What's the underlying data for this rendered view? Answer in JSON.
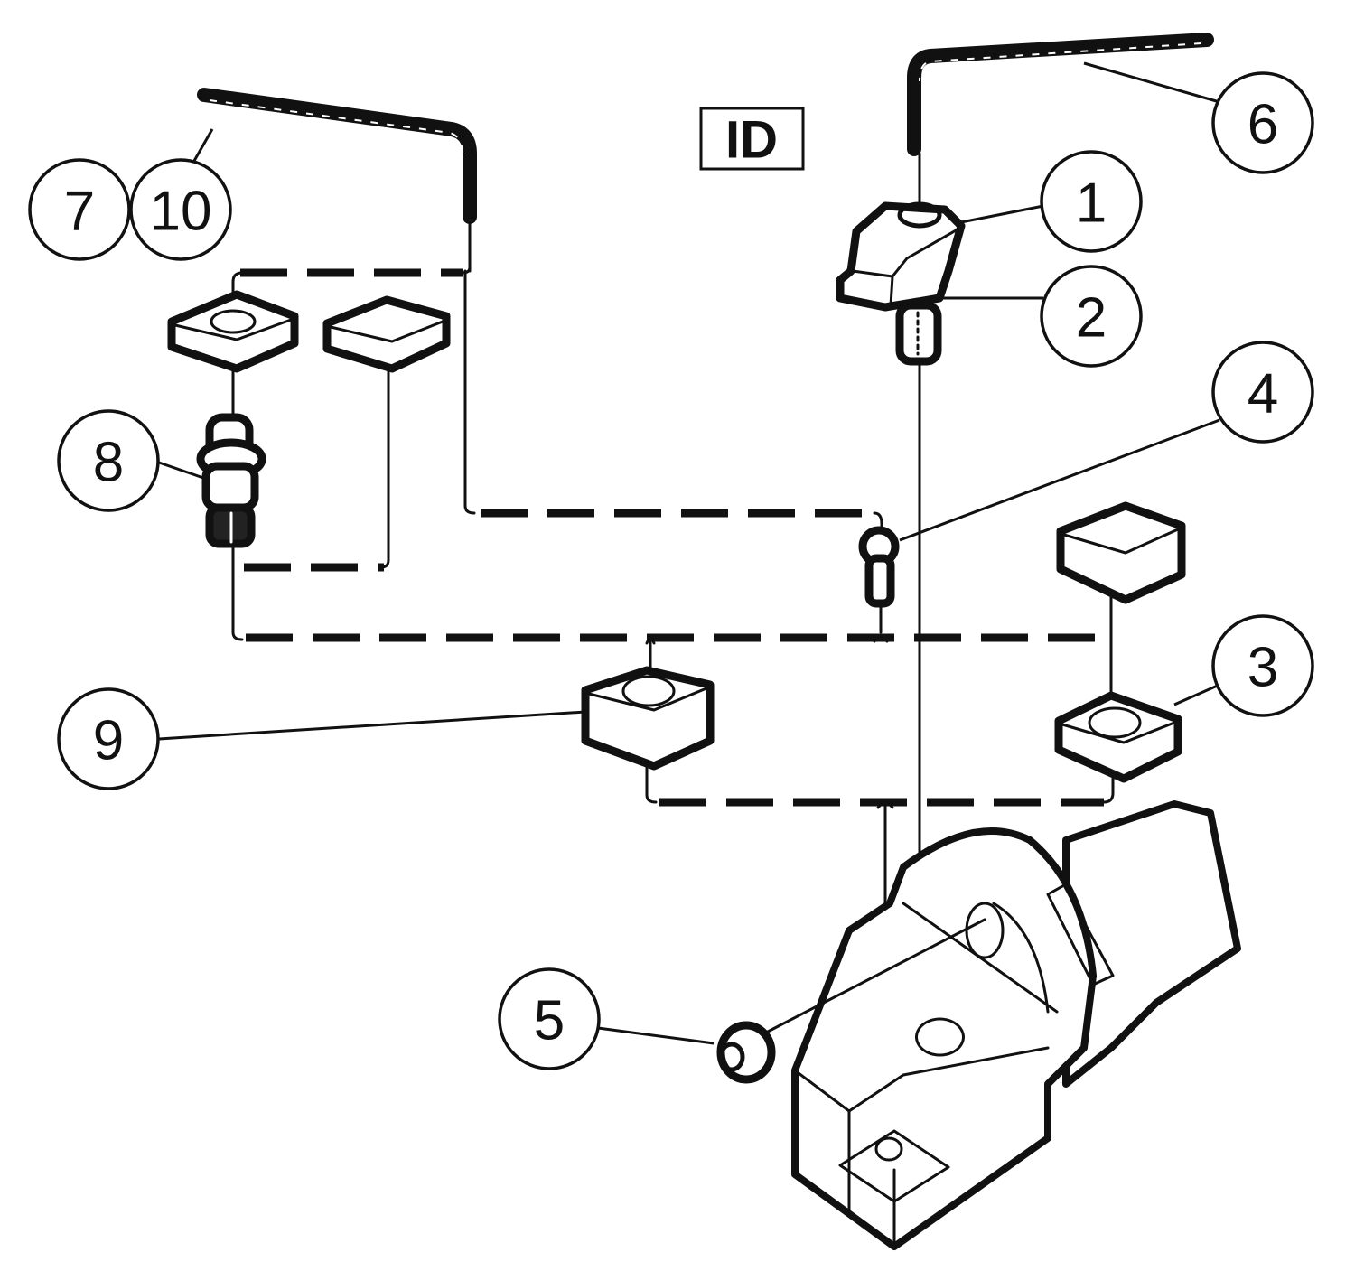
{
  "diagram": {
    "title": "Exploded view of tool holder parts (ID)",
    "mode_label": "ID",
    "callouts": [
      {
        "id": "1",
        "label": "1",
        "part": "clamp"
      },
      {
        "id": "2",
        "label": "2",
        "part": "clamp-screw"
      },
      {
        "id": "3",
        "label": "3",
        "part": "shim"
      },
      {
        "id": "4",
        "label": "4",
        "part": "shim-screw"
      },
      {
        "id": "5",
        "label": "5",
        "part": "coolant-plug"
      },
      {
        "id": "6",
        "label": "6",
        "part": "hex-key-clamp"
      },
      {
        "id": "7",
        "label": "7",
        "part": "hex-key"
      },
      {
        "id": "8",
        "label": "8",
        "part": "shim-pin"
      },
      {
        "id": "9",
        "label": "9",
        "part": "shim-alt"
      },
      {
        "id": "10",
        "label": "10",
        "part": "hex-key-alt"
      }
    ],
    "colors": {
      "line": "#111111",
      "background": "#ffffff"
    }
  }
}
